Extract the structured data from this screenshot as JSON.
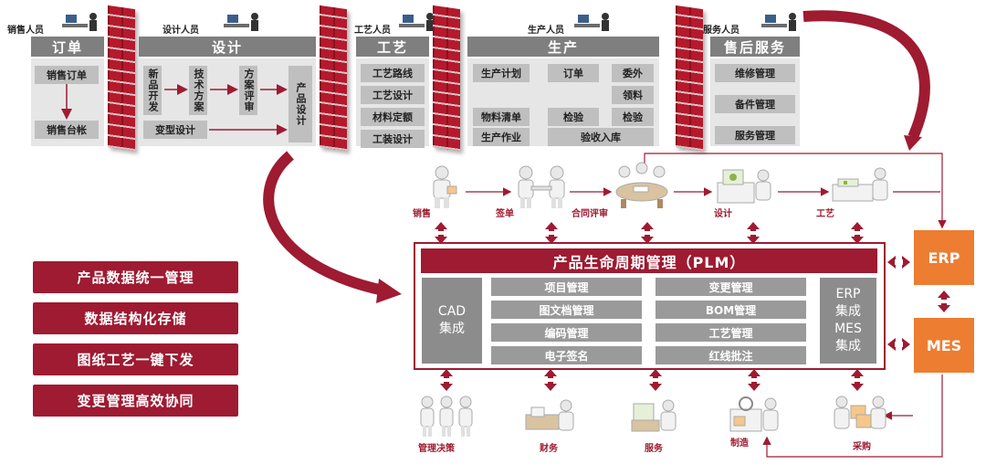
{
  "top": {
    "roles": [
      "销售人员",
      "设计人员",
      "工艺人员",
      "生产人员",
      "服务人员"
    ],
    "order": {
      "header": "订单",
      "items": [
        "销售订单",
        "销售台帐"
      ]
    },
    "design": {
      "header": "设计",
      "vertical": [
        "新品开发",
        "技术方案",
        "方案评审",
        "产品设计"
      ],
      "bottom": "变型设计"
    },
    "process": {
      "header": "工艺",
      "items": [
        "工艺路线",
        "工艺设计",
        "材料定额",
        "工装设计"
      ]
    },
    "production": {
      "header": "生产",
      "items": [
        "生产计划",
        "订单",
        "委外",
        "领料",
        "物料清单",
        "检验",
        "检验",
        "生产作业",
        "验收入库"
      ]
    },
    "service": {
      "header": "售后服务",
      "items": [
        "维修管理",
        "备件管理",
        "服务管理"
      ]
    }
  },
  "benefits": [
    "产品数据统一管理",
    "数据结构化存储",
    "图纸工艺一键下发",
    "变更管理高效协同"
  ],
  "flow": [
    "销售",
    "签单",
    "合同评审",
    "设计",
    "工艺"
  ],
  "plm": {
    "title": "产品生命周期管理（PLM）",
    "left": "CAD\n集成",
    "right": "ERP\n集成\nMES\n集成",
    "modules_left": [
      "项目管理",
      "图文档管理",
      "编码管理",
      "电子签名"
    ],
    "modules_right": [
      "变更管理",
      "BOM管理",
      "工艺管理",
      "红线批注"
    ]
  },
  "systems": [
    "ERP",
    "MES"
  ],
  "bottom": [
    "管理决策",
    "财务",
    "服务",
    "制造",
    "采购"
  ],
  "colors": {
    "brand_red": "#9e1b32",
    "orange": "#ed7d31",
    "gray_dark": "#7f7f7f",
    "gray_cell": "#bfbfbf"
  }
}
